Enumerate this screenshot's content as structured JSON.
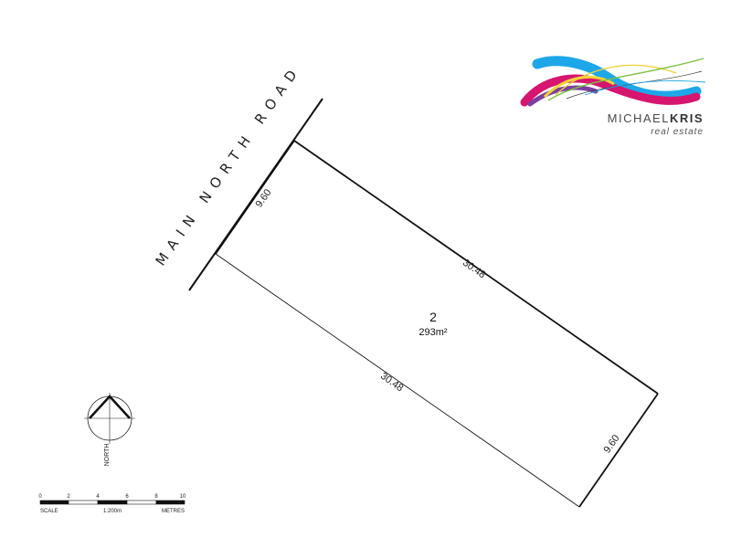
{
  "road": {
    "name": "MAIN NORTH ROAD"
  },
  "lot": {
    "number": "2",
    "area": "293m²"
  },
  "dimensions": {
    "frontage": "9.60",
    "rear": "9.60",
    "side_north": "30.48",
    "side_south": "30.48"
  },
  "north_arrow": {
    "label": "NORTH"
  },
  "scale_bar": {
    "ticks": [
      "0",
      "2",
      "4",
      "6",
      "8",
      "10"
    ],
    "left_label": "SCALE",
    "ratio": "1:200m",
    "unit": "METRES"
  },
  "brand": {
    "name_light": "MICHAEL",
    "name_bold": "KRIS",
    "tagline": "real estate",
    "colors": {
      "blue": "#1ea7e8",
      "magenta": "#d6166e",
      "yellow": "#f2d33a",
      "purple": "#7b3fa0",
      "green": "#7cc242"
    }
  }
}
